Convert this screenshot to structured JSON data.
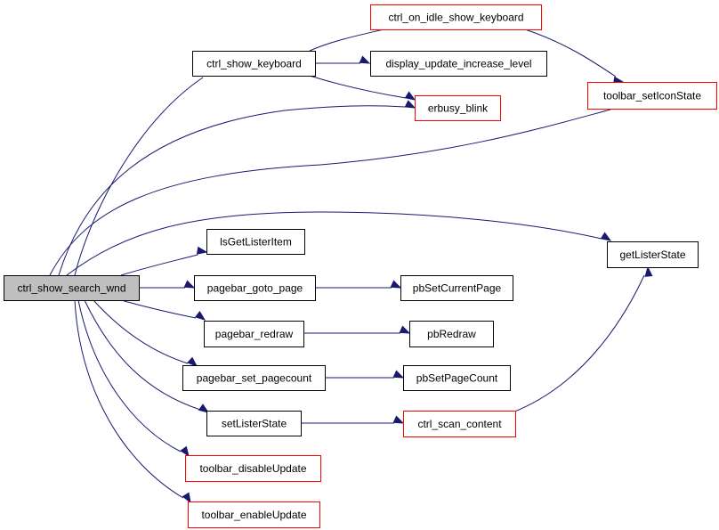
{
  "graph": {
    "colors": {
      "edge": "#191970",
      "root_fill": "#bfbfbf",
      "node_fill": "#ffffff",
      "border_normal": "#000000",
      "border_truncated": "#ff0000"
    },
    "nodes": [
      {
        "id": "ctrl_show_search_wnd",
        "label": "ctrl_show_search_wnd",
        "style": "root"
      },
      {
        "id": "ctrl_show_keyboard",
        "label": "ctrl_show_keyboard",
        "style": "normal"
      },
      {
        "id": "ctrl_on_idle_show_keyboard",
        "label": "ctrl_on_idle_show_keyboard",
        "style": "truncated"
      },
      {
        "id": "display_update_increase_level",
        "label": "display_update_increase_level",
        "style": "normal"
      },
      {
        "id": "erbusy_blink",
        "label": "erbusy_blink",
        "style": "truncated"
      },
      {
        "id": "toolbar_setIconState",
        "label": "toolbar_setIconState",
        "style": "truncated"
      },
      {
        "id": "lsGetListerItem",
        "label": "lsGetListerItem",
        "style": "normal"
      },
      {
        "id": "getListerState",
        "label": "getListerState",
        "style": "normal"
      },
      {
        "id": "pagebar_goto_page",
        "label": "pagebar_goto_page",
        "style": "normal"
      },
      {
        "id": "pbSetCurrentPage",
        "label": "pbSetCurrentPage",
        "style": "normal"
      },
      {
        "id": "pagebar_redraw",
        "label": "pagebar_redraw",
        "style": "normal"
      },
      {
        "id": "pbRedraw",
        "label": "pbRedraw",
        "style": "normal"
      },
      {
        "id": "pagebar_set_pagecount",
        "label": "pagebar_set_pagecount",
        "style": "normal"
      },
      {
        "id": "pbSetPageCount",
        "label": "pbSetPageCount",
        "style": "normal"
      },
      {
        "id": "setListerState",
        "label": "setListerState",
        "style": "normal"
      },
      {
        "id": "ctrl_scan_content",
        "label": "ctrl_scan_content",
        "style": "truncated"
      },
      {
        "id": "toolbar_disableUpdate",
        "label": "toolbar_disableUpdate",
        "style": "truncated"
      },
      {
        "id": "toolbar_enableUpdate",
        "label": "toolbar_enableUpdate",
        "style": "truncated"
      }
    ],
    "edges": [
      {
        "from": "ctrl_show_search_wnd",
        "to": "ctrl_show_keyboard"
      },
      {
        "from": "ctrl_show_search_wnd",
        "to": "erbusy_blink"
      },
      {
        "from": "ctrl_show_search_wnd",
        "to": "toolbar_setIconState"
      },
      {
        "from": "ctrl_show_search_wnd",
        "to": "getListerState"
      },
      {
        "from": "ctrl_show_search_wnd",
        "to": "lsGetListerItem"
      },
      {
        "from": "ctrl_show_search_wnd",
        "to": "pagebar_goto_page"
      },
      {
        "from": "ctrl_show_search_wnd",
        "to": "pagebar_redraw"
      },
      {
        "from": "ctrl_show_search_wnd",
        "to": "pagebar_set_pagecount"
      },
      {
        "from": "ctrl_show_search_wnd",
        "to": "setListerState"
      },
      {
        "from": "ctrl_show_search_wnd",
        "to": "toolbar_disableUpdate"
      },
      {
        "from": "ctrl_show_search_wnd",
        "to": "toolbar_enableUpdate"
      },
      {
        "from": "ctrl_show_keyboard",
        "to": "ctrl_on_idle_show_keyboard"
      },
      {
        "from": "ctrl_show_keyboard",
        "to": "display_update_increase_level"
      },
      {
        "from": "ctrl_show_keyboard",
        "to": "erbusy_blink"
      },
      {
        "from": "ctrl_on_idle_show_keyboard",
        "to": "toolbar_setIconState"
      },
      {
        "from": "pagebar_goto_page",
        "to": "pbSetCurrentPage"
      },
      {
        "from": "pagebar_redraw",
        "to": "pbRedraw"
      },
      {
        "from": "pagebar_set_pagecount",
        "to": "pbSetPageCount"
      },
      {
        "from": "setListerState",
        "to": "ctrl_scan_content"
      },
      {
        "from": "ctrl_scan_content",
        "to": "getListerState"
      }
    ]
  }
}
